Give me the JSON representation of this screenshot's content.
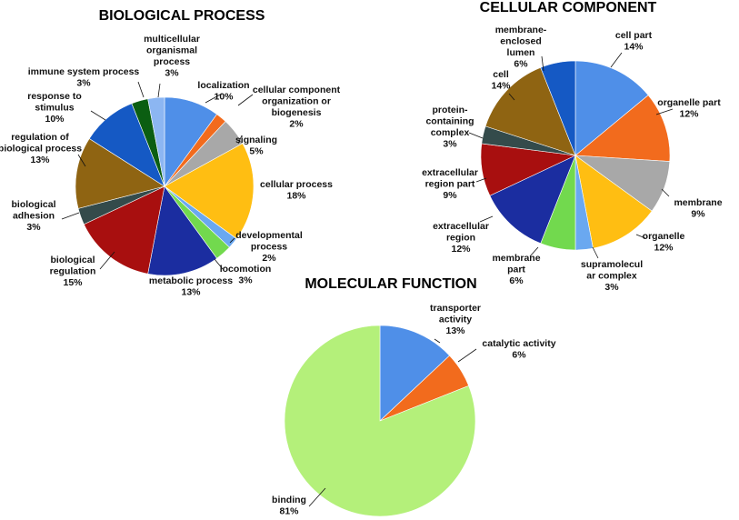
{
  "chart_data": [
    {
      "type": "pie",
      "title": "BIOLOGICAL PROCESS",
      "slices": [
        {
          "label": "localization",
          "value": 10,
          "text": "10%",
          "color": "#4f8fe8"
        },
        {
          "label": "cellular component organization or biogenesis",
          "value": 2,
          "text": "2%",
          "color": "#f26b1d"
        },
        {
          "label": "signaling",
          "value": 5,
          "text": "5%",
          "color": "#a8a8a8"
        },
        {
          "label": "cellular process",
          "value": 18,
          "text": "18%",
          "color": "#ffbe12"
        },
        {
          "label": "developmental process",
          "value": 2,
          "text": "2%",
          "color": "#6aa8f0"
        },
        {
          "label": "locomotion",
          "value": 3,
          "text": "3%",
          "color": "#72d94e"
        },
        {
          "label": "metabolic process",
          "value": 13,
          "text": "13%",
          "color": "#1b2da0"
        },
        {
          "label": "biological regulation",
          "value": 15,
          "text": "15%",
          "color": "#a80f0f"
        },
        {
          "label": "biological adhesion",
          "value": 3,
          "text": "3%",
          "color": "#344b4b"
        },
        {
          "label": "regulation of biological process",
          "value": 13,
          "text": "13%",
          "color": "#8f6412"
        },
        {
          "label": "response to stimulus",
          "value": 10,
          "text": "10%",
          "color": "#1559c4"
        },
        {
          "label": "immune system process",
          "value": 3,
          "text": "3%",
          "color": "#0b5e12"
        },
        {
          "label": "multicellular organismal process",
          "value": 3,
          "text": "3%",
          "color": "#8cb6f2"
        }
      ]
    },
    {
      "type": "pie",
      "title": "CELLULAR COMPONENT",
      "slices": [
        {
          "label": "cell part",
          "value": 14,
          "text": "14%",
          "color": "#4f8fe8"
        },
        {
          "label": "organelle part",
          "value": 12,
          "text": "12%",
          "color": "#f26b1d"
        },
        {
          "label": "membrane",
          "value": 9,
          "text": "9%",
          "color": "#a8a8a8"
        },
        {
          "label": "organelle",
          "value": 12,
          "text": "12%",
          "color": "#ffbe12"
        },
        {
          "label": "supramolecular complex",
          "value": 3,
          "text": "3%",
          "color": "#6aa8f0"
        },
        {
          "label": "membrane part",
          "value": 6,
          "text": "6%",
          "color": "#72d94e"
        },
        {
          "label": "extracellular region",
          "value": 12,
          "text": "12%",
          "color": "#1b2da0"
        },
        {
          "label": "extracellular region part",
          "value": 9,
          "text": "9%",
          "color": "#a80f0f"
        },
        {
          "label": "protein-containing complex",
          "value": 3,
          "text": "3%",
          "color": "#344b4b"
        },
        {
          "label": "cell",
          "value": 14,
          "text": "14%",
          "color": "#8f6412"
        },
        {
          "label": "membrane-enclosed lumen",
          "value": 6,
          "text": "6%",
          "color": "#1559c4"
        }
      ]
    },
    {
      "type": "pie",
      "title": "MOLECULAR FUNCTION",
      "slices": [
        {
          "label": "transporter activity",
          "value": 13,
          "text": "13%",
          "color": "#4f8fe8"
        },
        {
          "label": "catalytic activity",
          "value": 6,
          "text": "6%",
          "color": "#f26b1d"
        },
        {
          "label": "binding",
          "value": 81,
          "text": "81%",
          "color": "#b4f07a"
        }
      ]
    }
  ]
}
